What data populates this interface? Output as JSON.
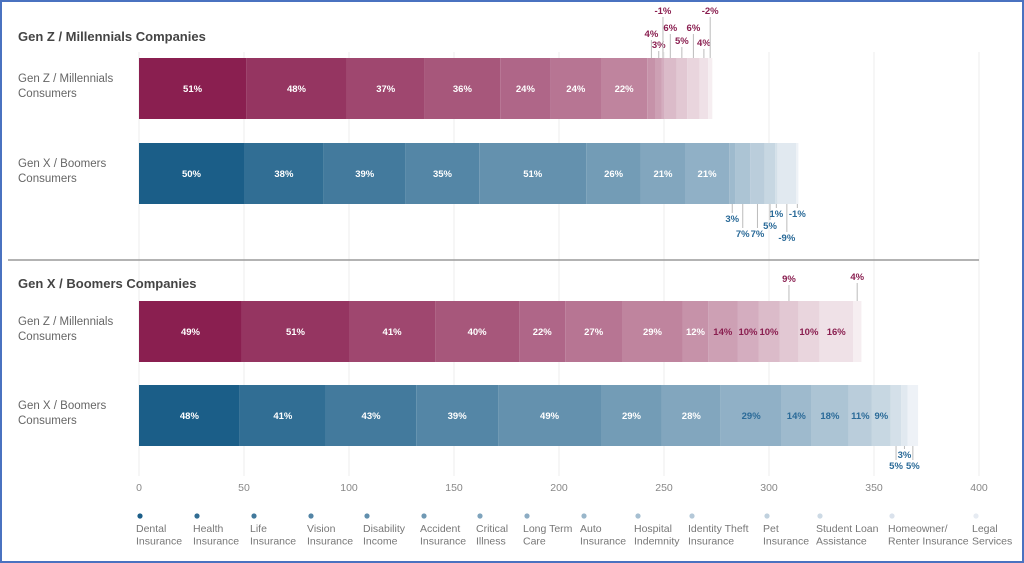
{
  "chart_data": {
    "type": "bar",
    "orientation": "horizontal",
    "stacked": true,
    "xlim": [
      0,
      400
    ],
    "xticks": [
      0,
      50,
      100,
      150,
      200,
      250,
      300,
      350,
      400
    ],
    "grid": true,
    "legend_position": "bottom",
    "categories": [
      "Dental Insurance",
      "Health Insurance",
      "Life Insurance",
      "Vision Insurance",
      "Disability Income",
      "Accident Insurance",
      "Critical Illness",
      "Long Term Care",
      "Auto Insurance",
      "Hospital Indemnity",
      "Identity Theft Insurance",
      "Pet Insurance",
      "Student Loan Assistance",
      "Homeowner/ Renter Insurance",
      "Legal Services"
    ],
    "legend": [
      [
        "Dental",
        "Insurance"
      ],
      [
        "Health",
        "Insurance"
      ],
      [
        "Life",
        "Insurance"
      ],
      [
        "Vision",
        "Insurance"
      ],
      [
        "Disability",
        "Income"
      ],
      [
        "Accident",
        "Insurance"
      ],
      [
        "Critical",
        "Illness"
      ],
      [
        "Long Term",
        "Care"
      ],
      [
        "Auto",
        "Insurance"
      ],
      [
        "Hospital",
        "Indemnity"
      ],
      [
        "Identity Theft",
        "Insurance"
      ],
      [
        "Pet",
        "Insurance"
      ],
      [
        "Student Loan",
        "Assistance"
      ],
      [
        "Homeowner/",
        "Renter Insurance"
      ],
      [
        "Legal",
        "Services"
      ]
    ],
    "panels": [
      {
        "title": "Gen Z / Millennials Companies",
        "rows": [
          {
            "label": [
              "Gen Z / Millennials",
              "Consumers"
            ],
            "palette": "red",
            "values": [
              51,
              48,
              37,
              36,
              24,
              24,
              22,
              4,
              3,
              -1,
              6,
              5,
              6,
              4,
              -2
            ]
          },
          {
            "label": [
              "Gen X / Boomers",
              "Consumers"
            ],
            "palette": "blue",
            "values": [
              50,
              38,
              39,
              35,
              51,
              26,
              21,
              21,
              3,
              7,
              7,
              5,
              1,
              -9,
              -1
            ]
          }
        ]
      },
      {
        "title": "Gen X / Boomers Companies",
        "rows": [
          {
            "label": [
              "Gen Z / Millennials",
              "Consumers"
            ],
            "palette": "red",
            "values": [
              49,
              51,
              41,
              40,
              22,
              27,
              29,
              12,
              14,
              10,
              10,
              9,
              10,
              16,
              4
            ]
          },
          {
            "label": [
              "Gen X / Boomers",
              "Consumers"
            ],
            "palette": "blue",
            "values": [
              48,
              41,
              43,
              39,
              49,
              29,
              28,
              29,
              14,
              18,
              11,
              9,
              5,
              3,
              5
            ]
          }
        ]
      }
    ],
    "colors": {
      "red_dark": "#8a1f50",
      "red_light": "#f6eef1",
      "red_text": "#8a1f50",
      "blue_dark": "#1b5e88",
      "blue_light": "#eef2f7",
      "blue_text": "#2a6a98",
      "legend_dark": "#1b5e88",
      "legend_light": "#e6ebf2"
    }
  }
}
